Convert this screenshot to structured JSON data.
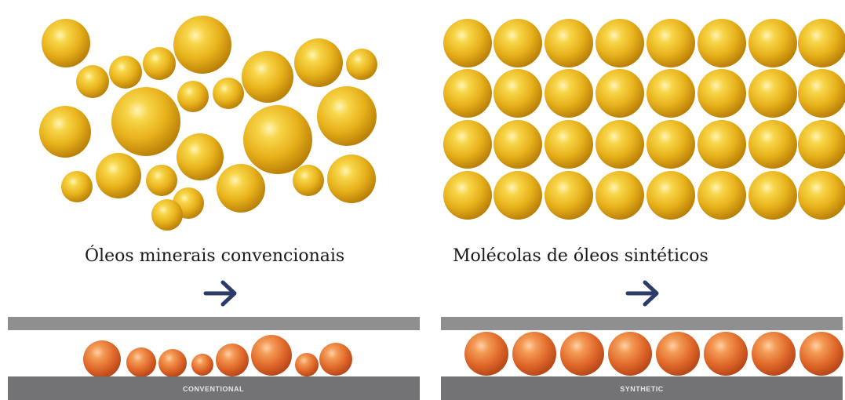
{
  "captions": {
    "conventional": "Óleos minerais convencionais",
    "synthetic": "Molécolas de óleos sintéticos"
  },
  "plates": {
    "conventional_label": "CONVENTIONAL",
    "synthetic_label": "SYNTHETIC"
  },
  "colors": {
    "molecule_gold": "#e8b21c",
    "molecule_orange": "#e8722a",
    "plate_light": "#8f8f91",
    "plate_dark": "#737375",
    "arrow_navy": "#2b3c68",
    "caption_text": "#1a1a1a"
  },
  "icons": {
    "direction_arrow": "arrow-right-icon"
  }
}
